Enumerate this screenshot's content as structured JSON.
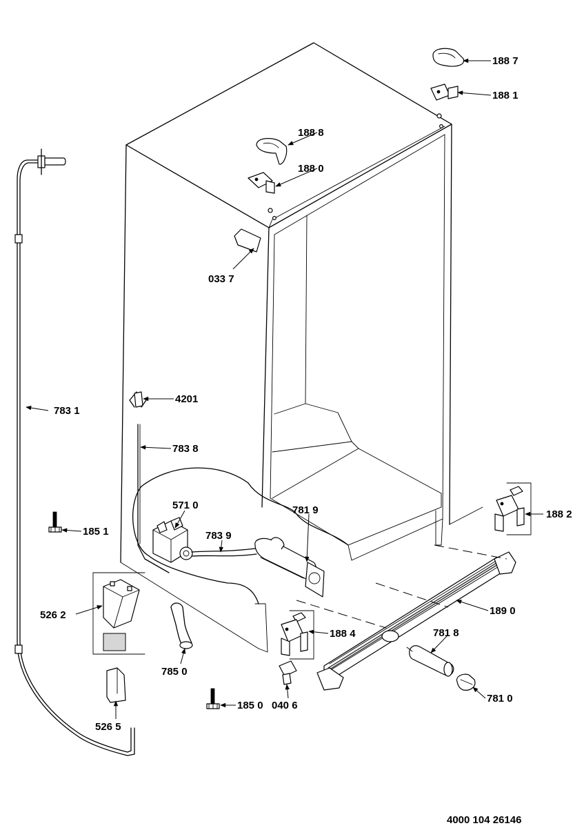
{
  "parts": [
    {
      "id": "p1887",
      "label": "188 7"
    },
    {
      "id": "p1881",
      "label": "188 1"
    },
    {
      "id": "p1888",
      "label": "188 8"
    },
    {
      "id": "p1880",
      "label": "188 0"
    },
    {
      "id": "p0337",
      "label": "033 7"
    },
    {
      "id": "p4201",
      "label": "4201"
    },
    {
      "id": "p7831",
      "label": "783 1"
    },
    {
      "id": "p7838",
      "label": "783 8"
    },
    {
      "id": "p5710",
      "label": "571 0"
    },
    {
      "id": "p7819",
      "label": "781 9"
    },
    {
      "id": "p7839",
      "label": "783 9"
    },
    {
      "id": "p1851",
      "label": "185 1"
    },
    {
      "id": "p1882",
      "label": "188 2"
    },
    {
      "id": "p5262",
      "label": "526 2"
    },
    {
      "id": "p1884",
      "label": "188 4"
    },
    {
      "id": "p1890",
      "label": "189 0"
    },
    {
      "id": "p7850",
      "label": "785 0"
    },
    {
      "id": "p7818",
      "label": "781 8"
    },
    {
      "id": "p0406",
      "label": "040 6"
    },
    {
      "id": "p1850",
      "label": "185 0"
    },
    {
      "id": "p7810",
      "label": "781 0"
    },
    {
      "id": "p5265",
      "label": "526 5"
    }
  ],
  "document_number": "4000 104 26146"
}
